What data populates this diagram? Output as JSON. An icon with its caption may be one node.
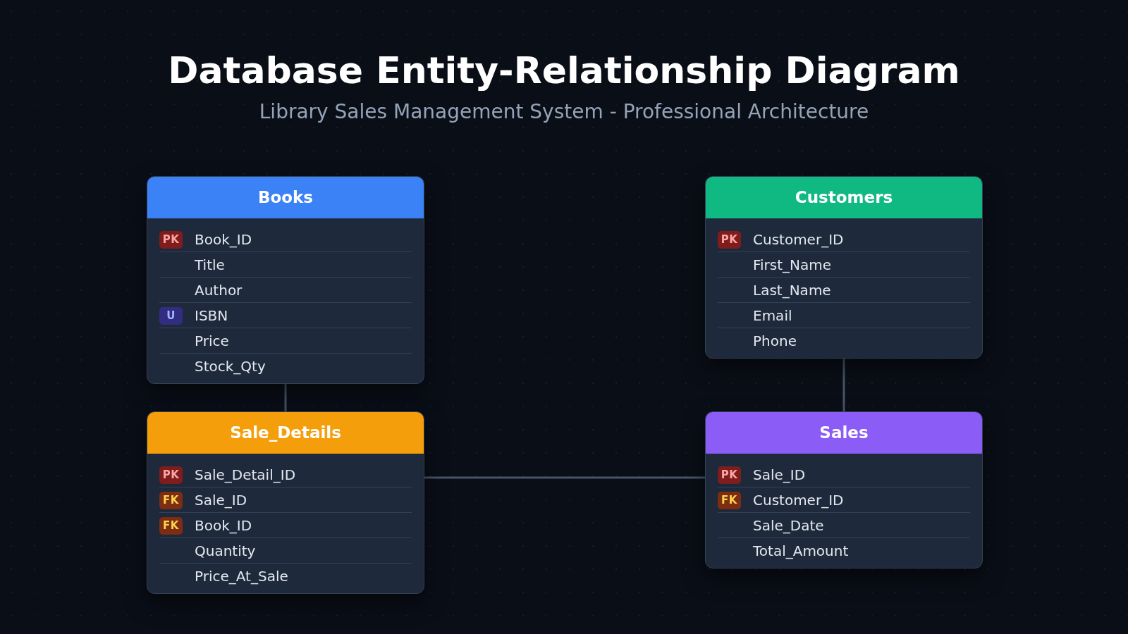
{
  "diagram": {
    "title": "Database Entity-Relationship Diagram",
    "nodes": [
      {
        "text": [
          "Books",
          "Book_ID",
          "Title",
          "Author",
          "ISBN",
          "Price",
          "Stock_Qty"
        ]
      },
      {
        "text": [
          "PK"
        ],
        "in": 0
      },
      {
        "text": [
          "U"
        ],
        "in": 0
      },
      {
        "text": [
          "Customers",
          "Customer_ID",
          "First_Name",
          "Last_Name",
          "Email",
          "Phone"
        ]
      },
      {
        "text": [
          "PK"
        ],
        "in": 3
      },
      {
        "text": [
          "Sale_Details",
          "Sale_Detail_ID",
          "Sale_ID",
          "Book_ID",
          "Quantity",
          "Price_At_Sale"
        ]
      },
      {
        "text": [
          "PK"
        ],
        "in": 5
      },
      {
        "text": [
          "FK"
        ],
        "in": 5
      },
      {
        "text": [
          "FK"
        ],
        "in": 5
      },
      {
        "text": [
          "Sales",
          "Sale_ID",
          "Customer_ID",
          "Sale_Date",
          "Total_Amount"
        ]
      },
      {
        "text": [
          "PK"
        ],
        "in": 9
      },
      {
        "text": [
          "FK"
        ],
        "in": 9
      }
    ],
    "edges": [
      {
        "from": 0,
        "to": 5,
        "arrow": "none"
      },
      {
        "from": 3,
        "to": 9,
        "arrow": "none"
      },
      {
        "from": 5,
        "to": 9,
        "arrow": "none"
      }
    ],
    "labels": [
      "Library Sales Management System - Professional Architecture"
    ]
  }
}
